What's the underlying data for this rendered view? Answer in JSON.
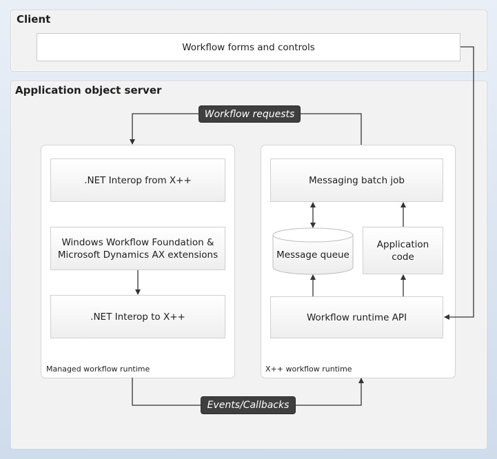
{
  "client": {
    "title": "Client",
    "forms_box": "Workflow forms and controls"
  },
  "aos": {
    "title": "Application object server",
    "workflow_requests": "Workflow requests",
    "events_callbacks": "Events/Callbacks",
    "managed": {
      "label": "Managed workflow runtime",
      "net_interop_from": ".NET Interop from X++",
      "wwf_line1": "Windows Workflow Foundation &",
      "wwf_line2": "Microsoft Dynamics AX extensions",
      "net_interop_to": ".NET Interop to X++"
    },
    "xpp": {
      "label": "X++ workflow runtime",
      "messaging_batch_job": "Messaging batch job",
      "message_queue": "Message queue",
      "app_code_line1": "Application",
      "app_code_line2": "code",
      "runtime_api": "Workflow runtime API"
    }
  },
  "colors": {
    "background": "#dfe8f3",
    "section": "#f2f2f2",
    "tag": "#3f3f3f",
    "line": "#333333"
  }
}
